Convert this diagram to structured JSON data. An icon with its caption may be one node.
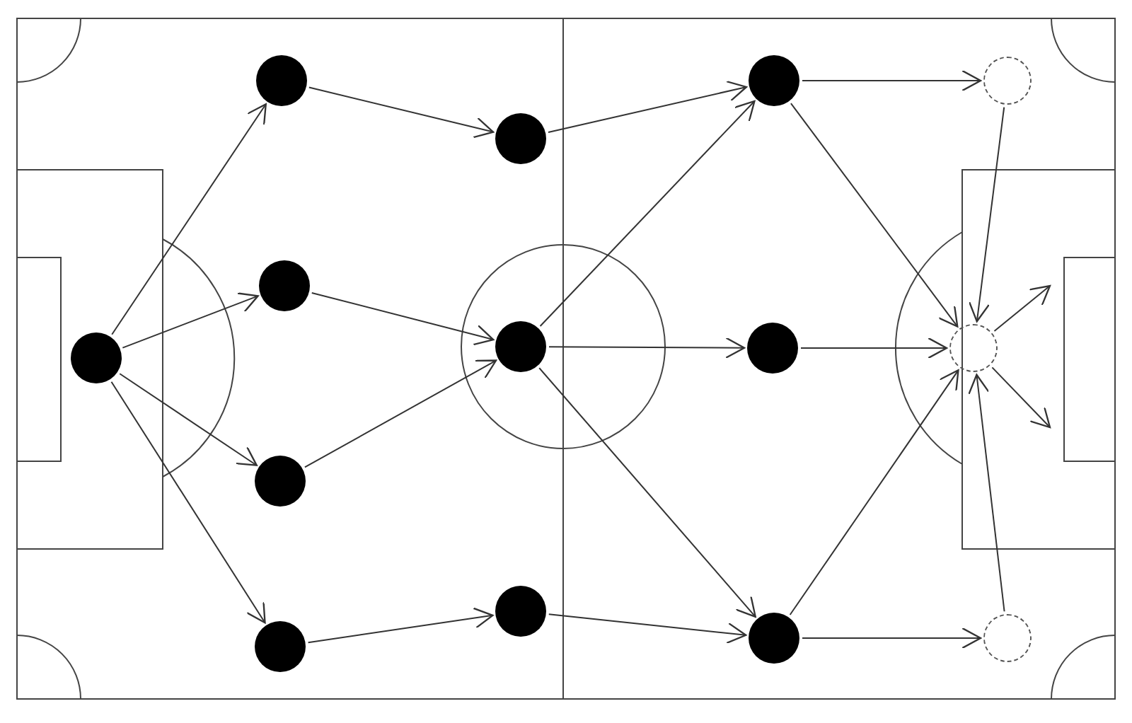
{
  "diagram": {
    "nodes": [
      {
        "text": [],
        "shape": "circle"
      },
      {
        "text": [],
        "shape": "circle"
      },
      {
        "text": [],
        "shape": "circle"
      },
      {
        "text": [],
        "shape": "circle"
      },
      {
        "text": [],
        "shape": "circle"
      },
      {
        "text": [],
        "shape": "circle"
      },
      {
        "text": [],
        "shape": "circle"
      },
      {
        "text": [],
        "shape": "circle"
      },
      {
        "text": [],
        "shape": "circle"
      },
      {
        "text": [],
        "shape": "circle"
      },
      {
        "text": [],
        "shape": "circle"
      },
      {
        "text": [],
        "shape": "circle"
      },
      {
        "text": [],
        "shape": "circle"
      },
      {
        "text": [],
        "shape": "circle"
      }
    ],
    "edges": [
      {
        "from": 0,
        "to": 1,
        "arrow": "to"
      },
      {
        "from": 0,
        "to": 2,
        "arrow": "to"
      },
      {
        "from": 0,
        "to": 3,
        "arrow": "to"
      },
      {
        "from": 0,
        "to": 4,
        "arrow": "to"
      },
      {
        "from": 1,
        "to": 5,
        "arrow": "to"
      },
      {
        "from": 2,
        "to": 6,
        "arrow": "to"
      },
      {
        "from": 3,
        "to": 6,
        "arrow": "to"
      },
      {
        "from": 4,
        "to": 7,
        "arrow": "to"
      },
      {
        "from": 5,
        "to": 8,
        "arrow": "to"
      },
      {
        "from": 6,
        "to": 8,
        "arrow": "to"
      },
      {
        "from": 6,
        "to": 9,
        "arrow": "to"
      },
      {
        "from": 6,
        "to": 10,
        "arrow": "to"
      },
      {
        "from": 7,
        "to": 10,
        "arrow": "to"
      },
      {
        "from": 8,
        "to": 11,
        "arrow": "to"
      },
      {
        "from": 8,
        "to": 12,
        "arrow": "to"
      },
      {
        "from": 9,
        "to": 12,
        "arrow": "to"
      },
      {
        "from": 10,
        "to": 12,
        "arrow": "to"
      },
      {
        "from": 10,
        "to": 13,
        "arrow": "to"
      },
      {
        "from": 11,
        "to": 12,
        "arrow": "to"
      },
      {
        "from": 13,
        "to": 12,
        "arrow": "to"
      },
      {
        "from": 12,
        "to": null,
        "arrow": "to"
      },
      {
        "from": 12,
        "to": null,
        "arrow": "to"
      }
    ]
  }
}
